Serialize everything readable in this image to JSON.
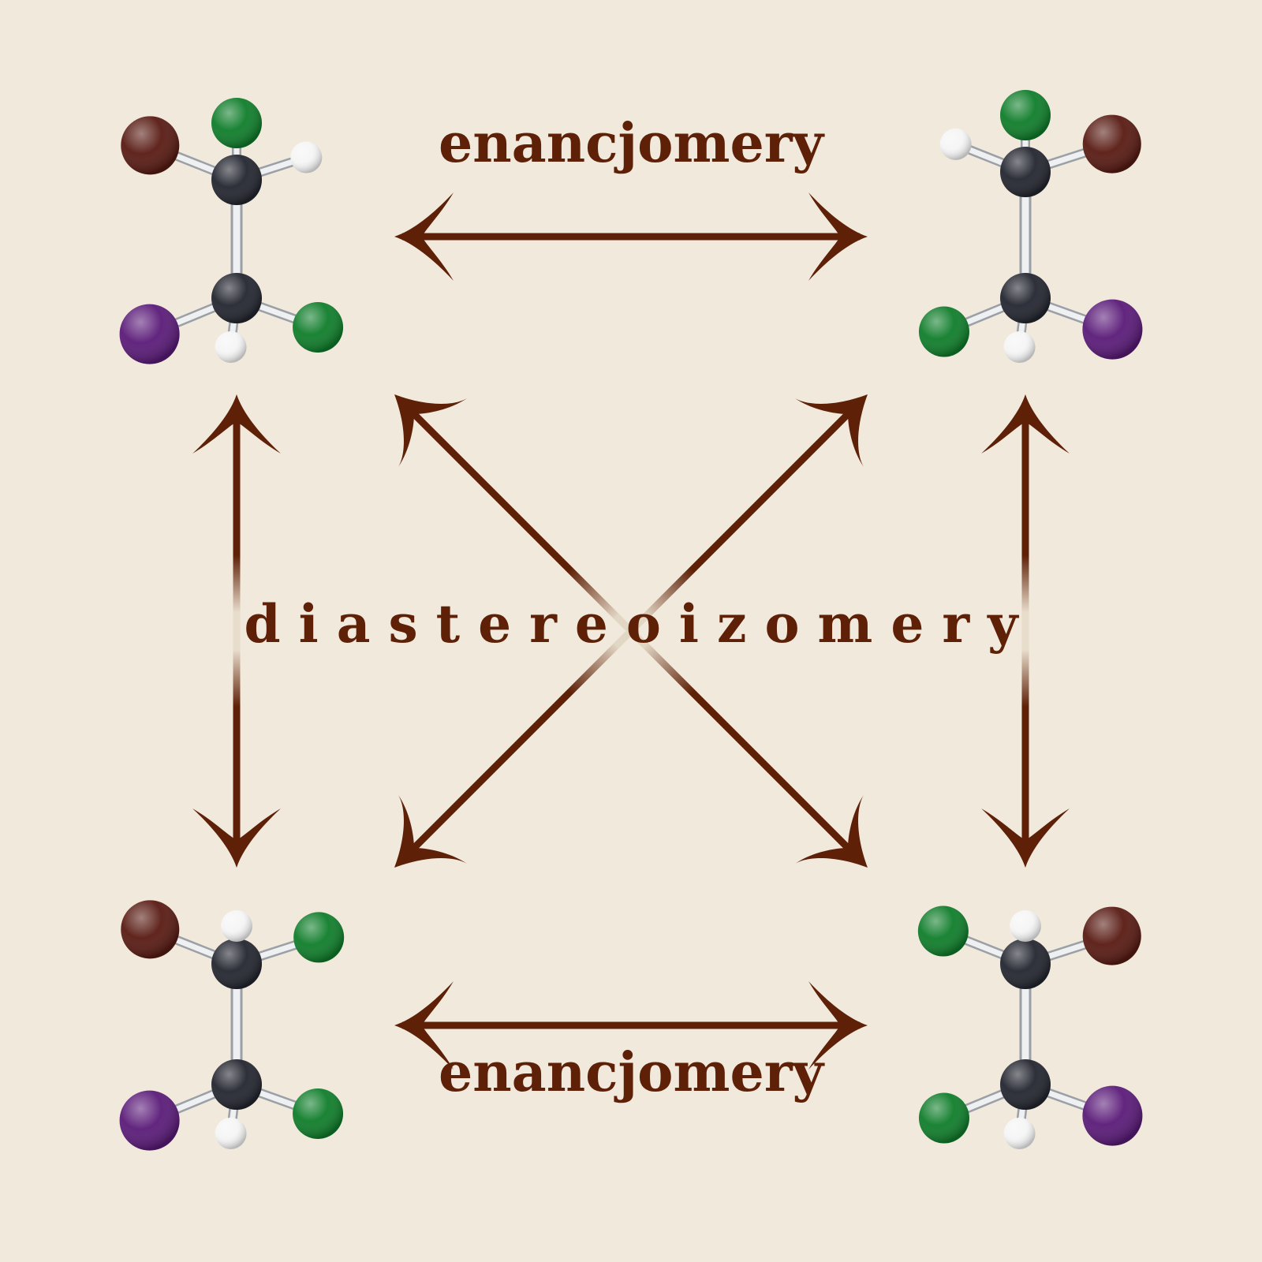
{
  "colors": {
    "background": "#f1e9dc",
    "arrow": "#5e2108",
    "text": "#5e2108",
    "carbon": "#23252f",
    "hydrogen": "#f5f5f5",
    "chlorine": "#0f7d2a",
    "bromine": "#581a12",
    "iodine": "#5a1a78",
    "bond": "#c8ccd1"
  },
  "labels": {
    "top": "enancjomery",
    "bottom": "enancjomery",
    "center": "diastereoizomery"
  },
  "molecules": [
    {
      "name": "molecule-top-left",
      "upper_carbon": {
        "left": "bromine",
        "top": "chlorine",
        "right": "hydrogen"
      },
      "lower_carbon": {
        "left": "iodine",
        "front": "hydrogen",
        "right": "chlorine"
      }
    },
    {
      "name": "molecule-top-right",
      "upper_carbon": {
        "left": "hydrogen",
        "top": "chlorine",
        "right": "bromine"
      },
      "lower_carbon": {
        "left": "chlorine",
        "front": "hydrogen",
        "right": "iodine"
      }
    },
    {
      "name": "molecule-bottom-left",
      "upper_carbon": {
        "left": "bromine",
        "top": "hydrogen",
        "right": "chlorine"
      },
      "lower_carbon": {
        "left": "iodine",
        "front": "hydrogen",
        "right": "chlorine"
      }
    },
    {
      "name": "molecule-bottom-right",
      "upper_carbon": {
        "left": "chlorine",
        "top": "hydrogen",
        "right": "bromine"
      },
      "lower_carbon": {
        "left": "chlorine",
        "front": "hydrogen",
        "right": "iodine"
      }
    }
  ]
}
